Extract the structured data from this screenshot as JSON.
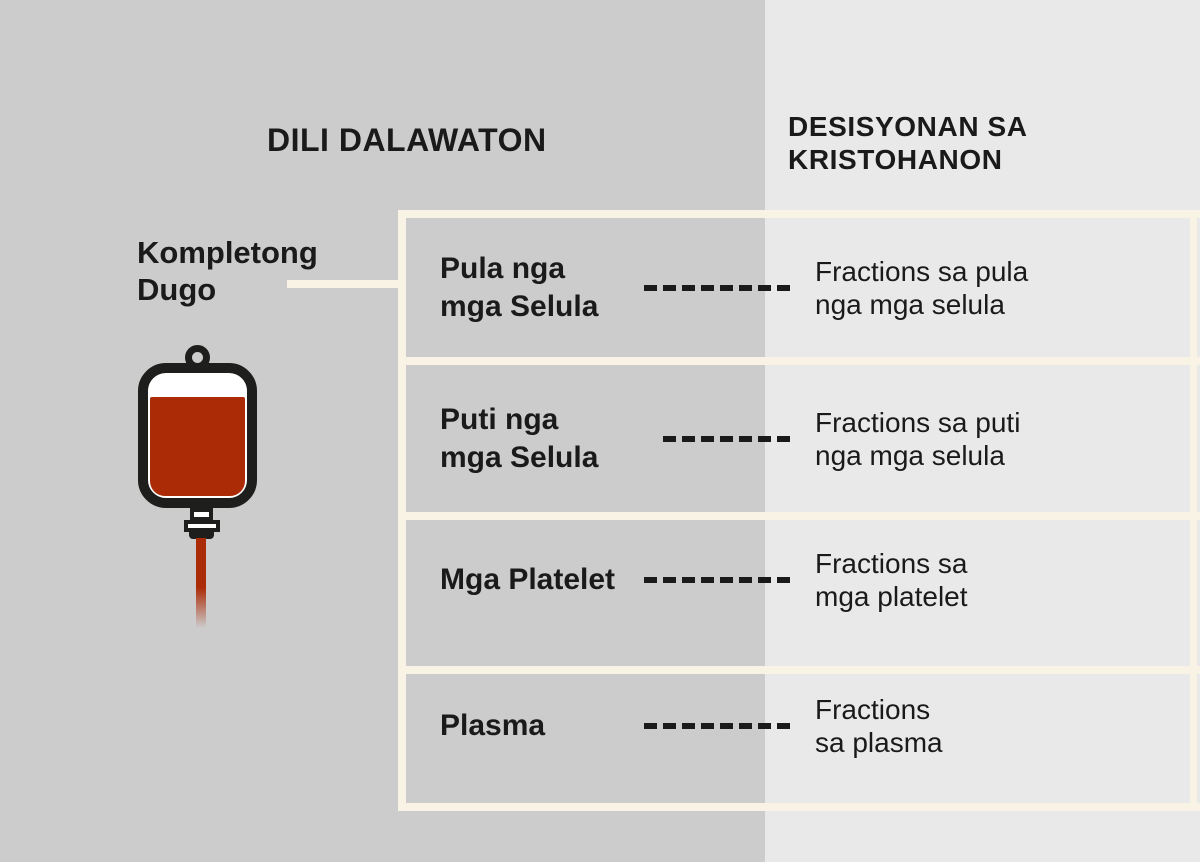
{
  "colors": {
    "left_background": "#cccccc",
    "right_background": "#e9e9e9",
    "line_cream": "#f8f3e4",
    "text": "#1a1a1a",
    "blood_red": "#ab2b06",
    "bag_outline": "#1e1e1c"
  },
  "headers": {
    "left_column": "DILI DALAWATON",
    "right_column_line1": "DESISYONAN SA",
    "right_column_line2": "KRISTOHANON"
  },
  "source": {
    "icon": "blood-bag-icon",
    "label_line1": "Kompletong",
    "label_line2": "Dugo"
  },
  "rows": [
    {
      "left_line1": "Pula nga",
      "left_line2": "mga Selula",
      "right_line1": "Fractions sa pula",
      "right_line2": "nga mga selula",
      "dashes": 8
    },
    {
      "left_line1": "Puti nga",
      "left_line2": "mga Selula",
      "right_line1": "Fractions sa puti",
      "right_line2": "nga mga selula",
      "dashes": 7
    },
    {
      "left_line1": "Mga Platelet",
      "left_line2": "",
      "right_line1": "Fractions sa",
      "right_line2": "mga platelet",
      "dashes": 8
    },
    {
      "left_line1": "Plasma",
      "left_line2": "",
      "right_line1": "Fractions",
      "right_line2": "sa plasma",
      "dashes": 8
    }
  ]
}
